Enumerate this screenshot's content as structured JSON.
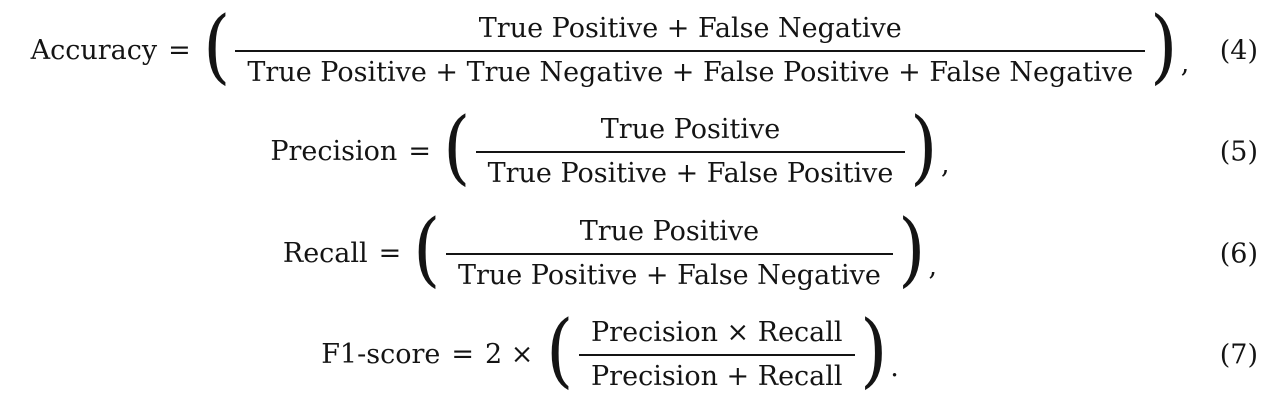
{
  "page": {
    "background_color": "#ffffff",
    "text_color": "#141414",
    "description": "Block of four numbered display equations defining classification metrics"
  },
  "equations": [
    {
      "label": "Accuracy",
      "equals": "=",
      "prefix": "",
      "open_paren": "(",
      "numerator": "True Positive + False Negative",
      "denominator": "True Positive + True Negative + False Positive + False Negative",
      "close_paren": ")",
      "trailing": ",",
      "number": "(4)"
    },
    {
      "label": "Precision",
      "equals": "=",
      "prefix": "",
      "open_paren": "(",
      "numerator": "True Positive",
      "denominator": "True Positive + False Positive",
      "close_paren": ")",
      "trailing": ",",
      "number": "(5)"
    },
    {
      "label": "Recall",
      "equals": "=",
      "prefix": "",
      "open_paren": "(",
      "numerator": "True Positive",
      "denominator": "True Positive + False Negative",
      "close_paren": ")",
      "trailing": ",",
      "number": "(6)"
    },
    {
      "label": "F1-score",
      "equals": "=",
      "prefix": "2 ×",
      "open_paren": "(",
      "numerator": "Precision × Recall",
      "denominator": "Precision + Recall",
      "close_paren": ")",
      "trailing": ".",
      "number": "(7)"
    }
  ]
}
